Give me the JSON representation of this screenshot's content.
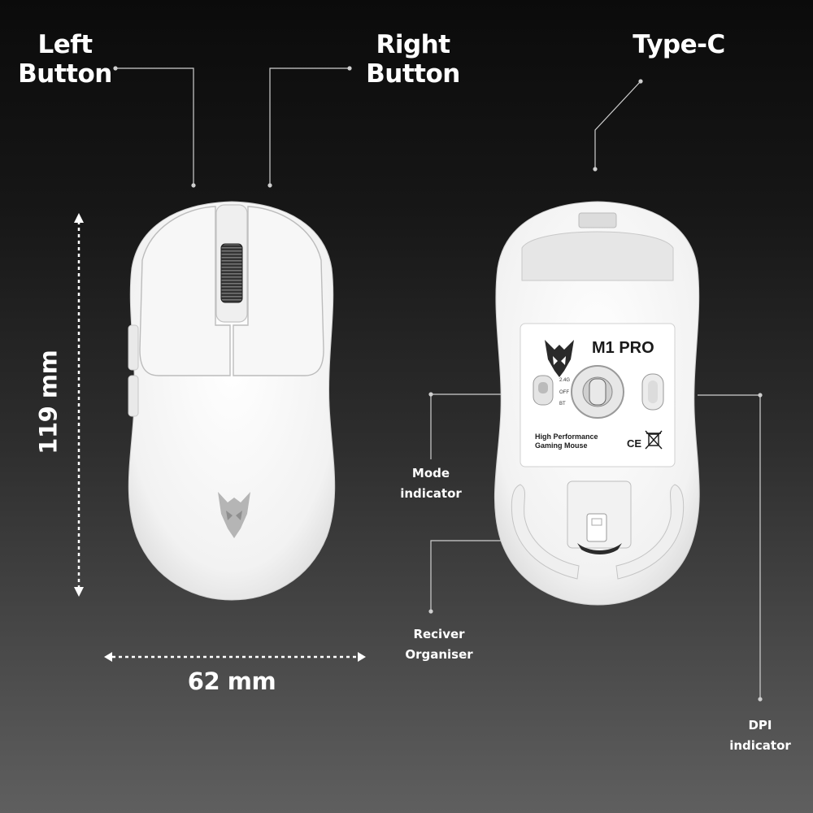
{
  "callouts": {
    "left_button": [
      "Left",
      "Button"
    ],
    "right_button": [
      "Right",
      "Button"
    ],
    "type_c": "Type-C",
    "mode_indicator": [
      "Mode",
      "indicator"
    ],
    "receiver_organiser": [
      "Reciver",
      "Organiser"
    ],
    "dpi_indicator": [
      "DPI",
      "indicator"
    ]
  },
  "dimensions": {
    "length": "119 mm",
    "width": "62 mm"
  },
  "sticker": {
    "model": "M1 PRO",
    "tagline": [
      "High Performance",
      "Gaming Mouse"
    ],
    "switch_positions": [
      "2.4G",
      "OFF",
      "BT"
    ],
    "certification": "CE"
  },
  "colors": {
    "mouse_body": "#f4f4f4",
    "background_top": "#0b0b0b",
    "background_bottom": "#5f5f5f",
    "logo_grey": "#b5b5b5"
  }
}
